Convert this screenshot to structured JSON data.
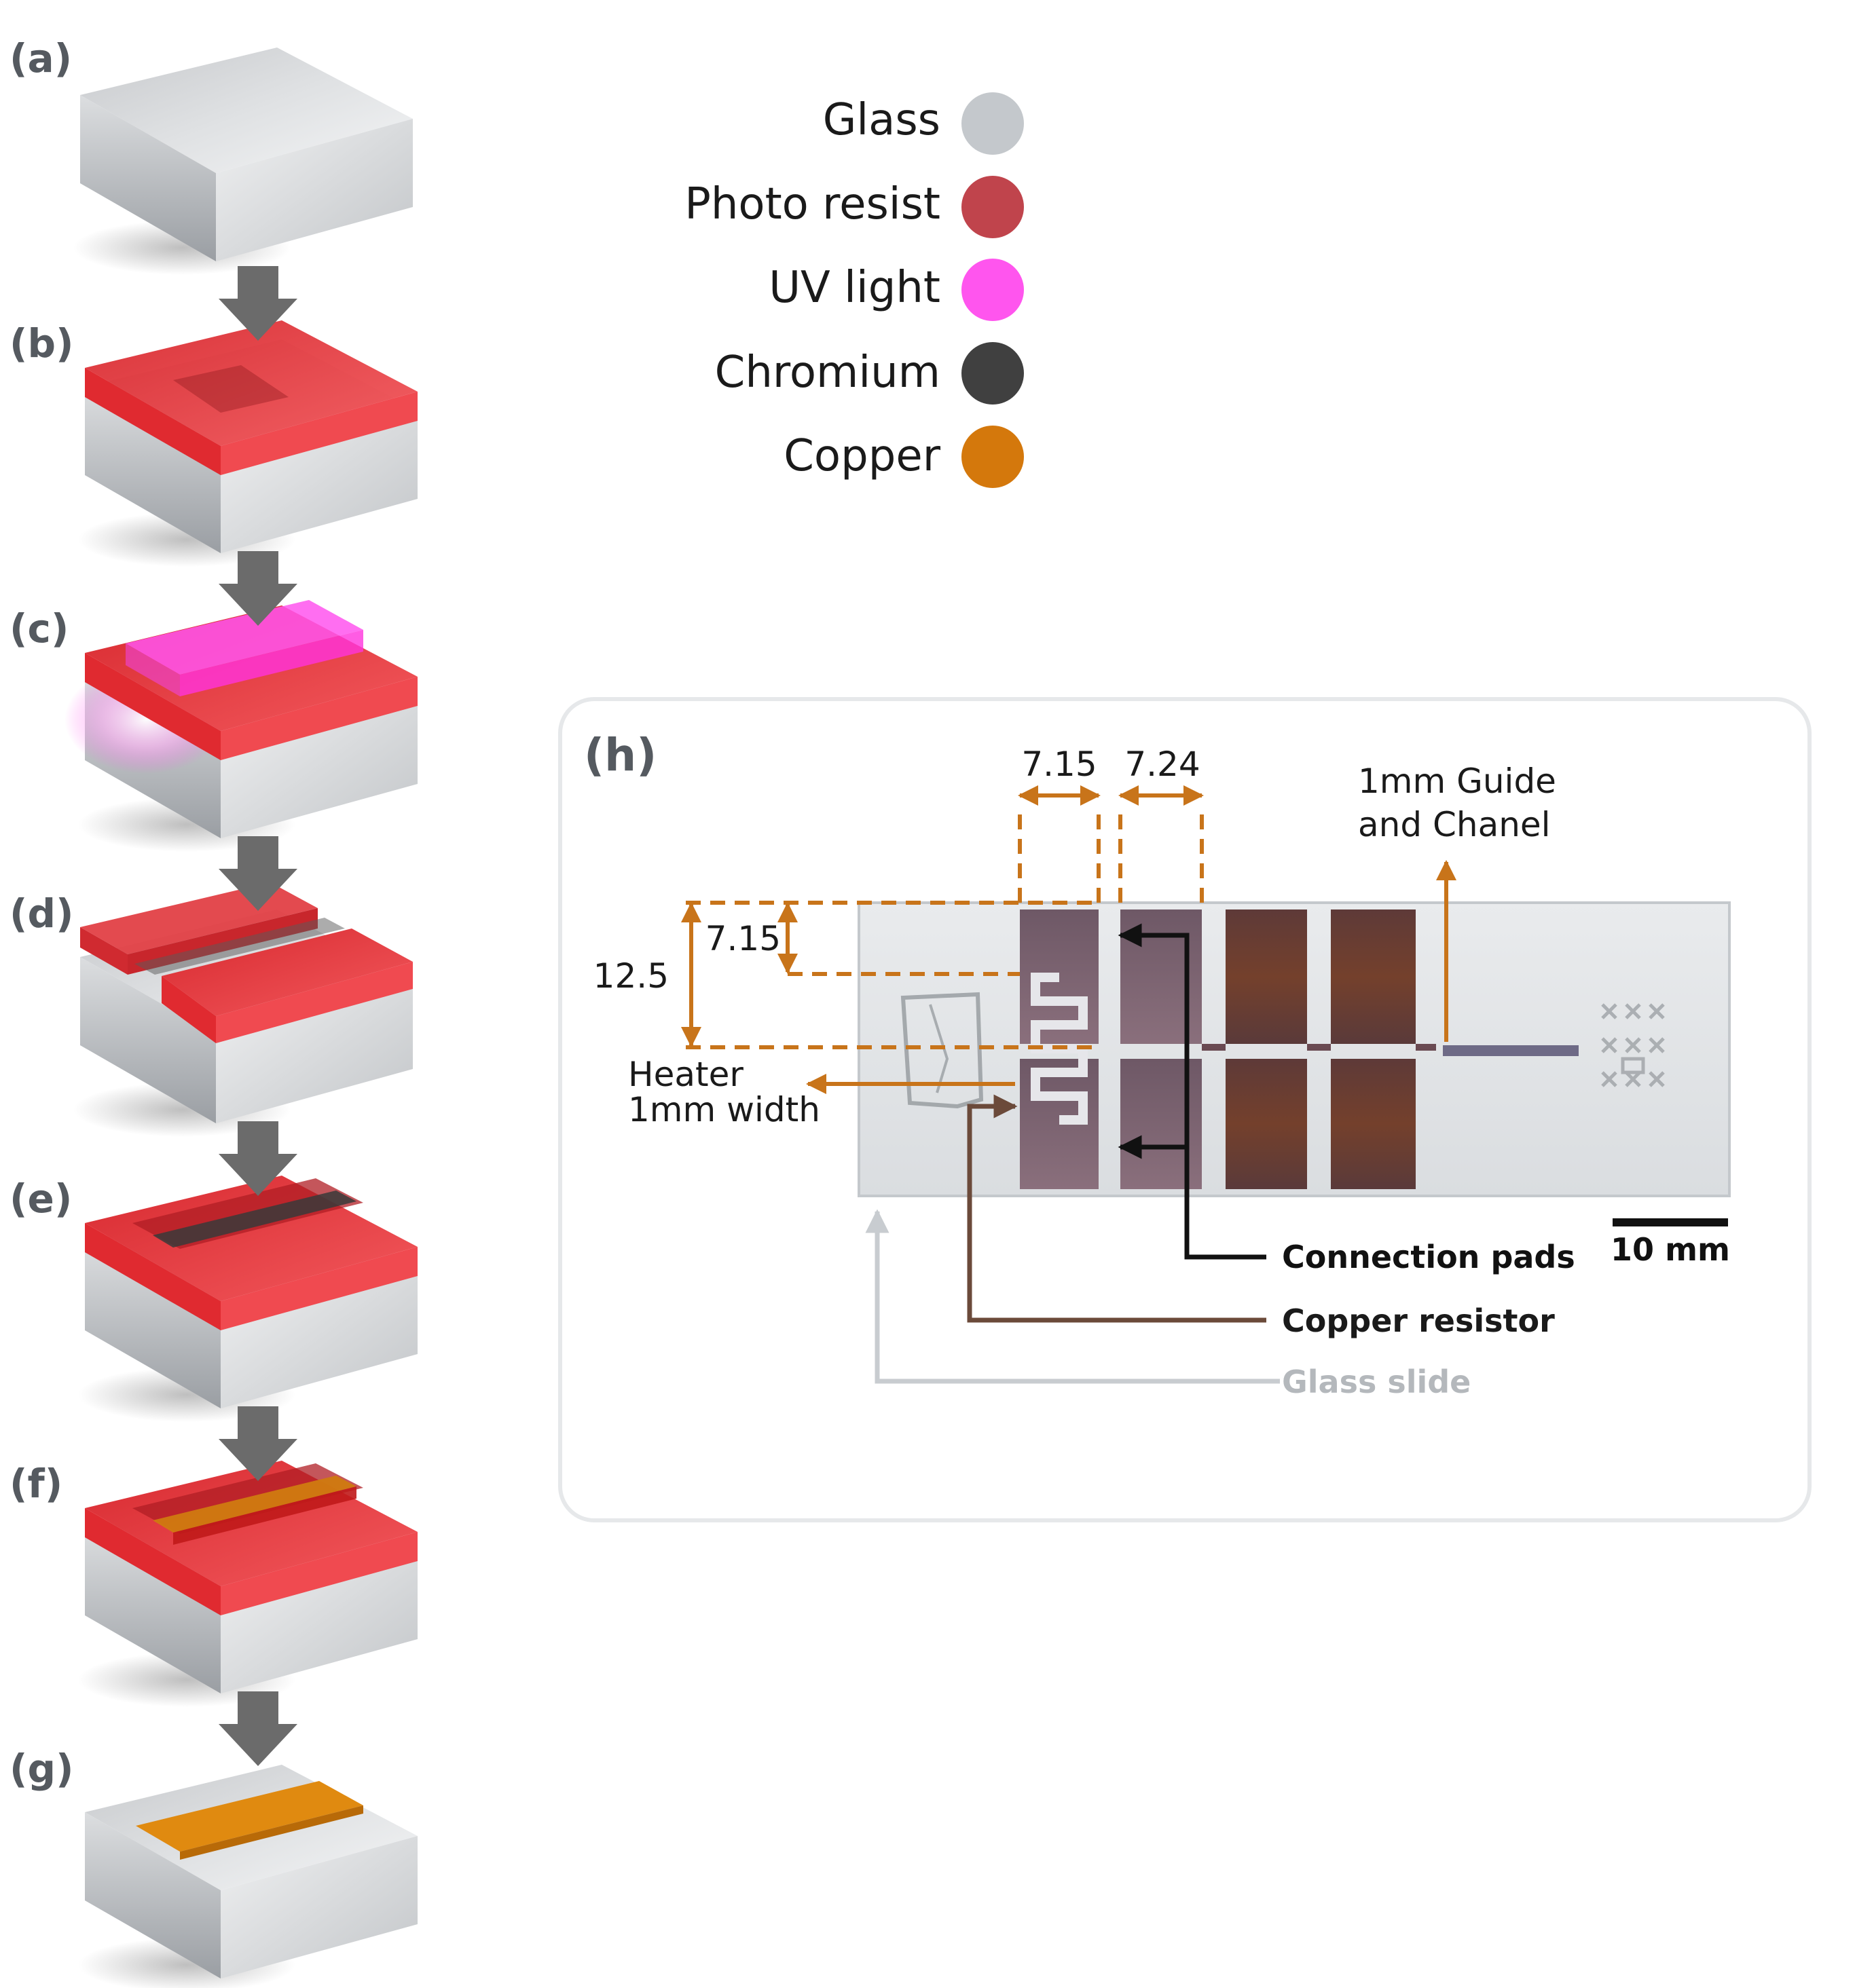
{
  "steps": [
    "(a)",
    "(b)",
    "(c)",
    "(d)",
    "(e)",
    "(f)",
    "(g)"
  ],
  "legend": [
    {
      "label": "Glass",
      "color": "#c4c8cc"
    },
    {
      "label": "Photo resist",
      "color": "#c0444c"
    },
    {
      "label": "UV light",
      "color": "#ff55ee"
    },
    {
      "label": "Chromium",
      "color": "#404040"
    },
    {
      "label": "Copper",
      "color": "#d4780c"
    }
  ],
  "panel_h": {
    "label": "(h)",
    "dims": {
      "pad1_width": "7.15",
      "pad2_width": "7.24",
      "pad_height": "7.15",
      "slide_height": "12.5"
    },
    "guide_label_line1": "1mm  Guide",
    "guide_label_line2": "and  Chanel",
    "heater_line1": "Heater",
    "heater_line2": "1mm width",
    "callouts": {
      "connection_pads": "Connection pads",
      "copper_resistor": "Copper resistor",
      "glass_slide": "Glass slide"
    },
    "scale_bar": "10 mm"
  },
  "colors": {
    "dimension": "#c8741a",
    "arrow_gray": "#6b6b6b",
    "resist": "#e8353c",
    "copper": "#e08a10",
    "pad": "#7a5c68"
  }
}
